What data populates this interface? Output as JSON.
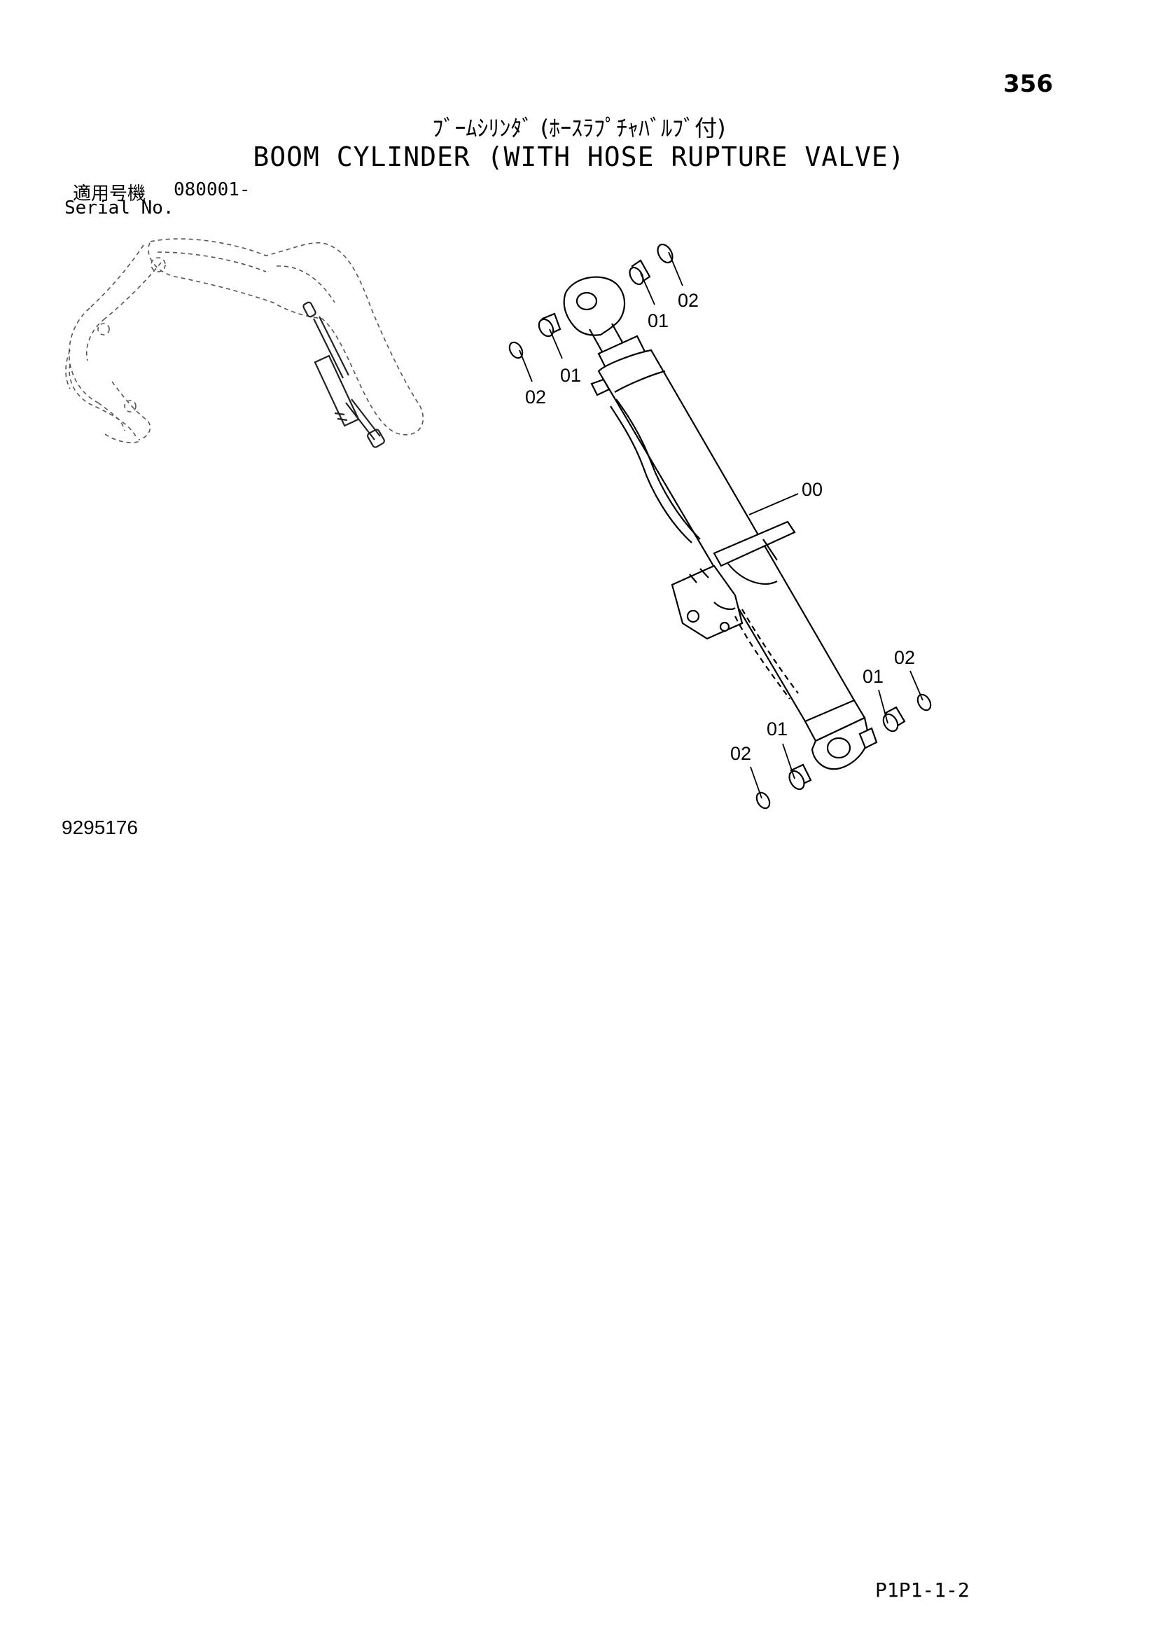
{
  "page": {
    "number": "356",
    "title_jp": "ﾌﾞｰﾑｼﾘﾝﾀﾞ (ﾎｰｽﾗﾌﾟﾁｬﾊﾞﾙﾌﾞ付)",
    "title_en": "BOOM CYLINDER (WITH HOSE RUPTURE VALVE)",
    "serial_label_jp": "適用号機",
    "serial_value": "080001-",
    "serial_label_en": "Serial No.",
    "drawing_number": "9295176",
    "page_code": "P1P1-1-2"
  },
  "callouts": [
    {
      "id": "c1",
      "text": "02"
    },
    {
      "id": "c2",
      "text": "01"
    },
    {
      "id": "c3",
      "text": "01"
    },
    {
      "id": "c4",
      "text": "02"
    },
    {
      "id": "c5",
      "text": "00"
    },
    {
      "id": "c6",
      "text": "02"
    },
    {
      "id": "c7",
      "text": "01"
    },
    {
      "id": "c8",
      "text": "01"
    },
    {
      "id": "c9",
      "text": "02"
    }
  ]
}
